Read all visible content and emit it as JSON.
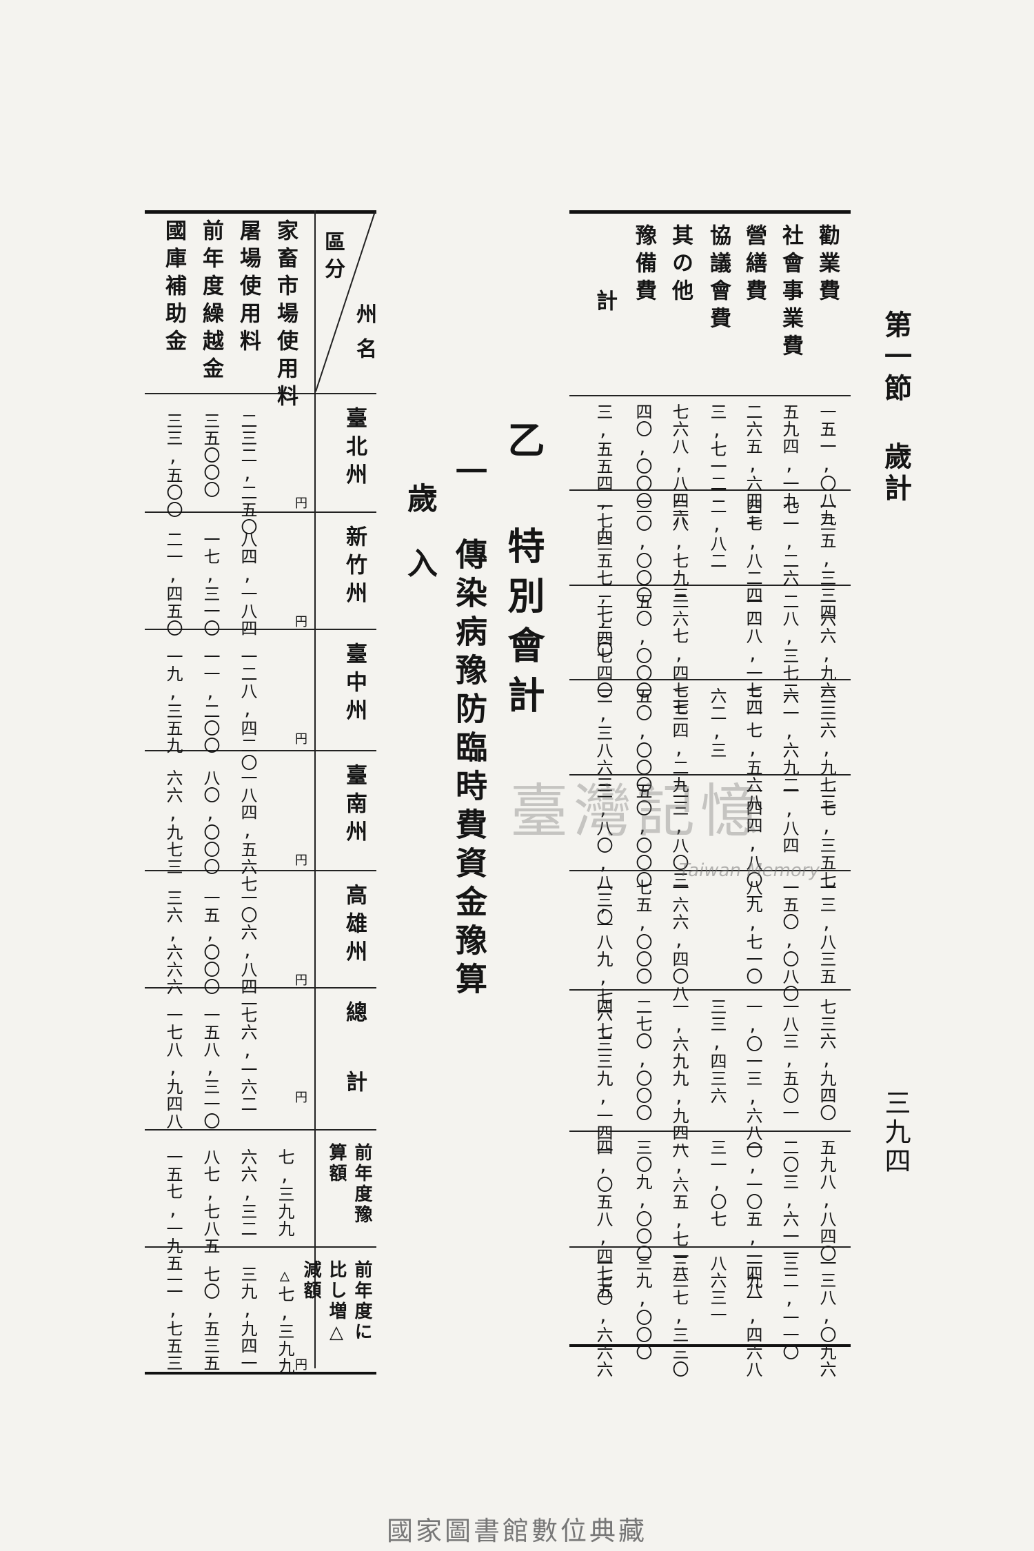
{
  "header": {
    "section": "第一節 歲計",
    "page": "三九四"
  },
  "right_table": {
    "row_labels": [
      "勸業費",
      "社會事業費",
      "營繕費",
      "協議會費",
      "其の他",
      "豫備費",
      "計"
    ],
    "columns": [
      [
        "一五一,〇八九",
        "五九四,一九",
        "二六五,六四三",
        "三,七一二",
        "七六八,八四六",
        "四〇,〇〇〇",
        "三,五五四,七四"
      ],
      [
        "一三五,三三四",
        "七一,二六",
        "四七,八二四",
        "二,八二",
        "二八,七九三",
        "二〇,〇〇〇",
        "一,三五七,七二〇"
      ],
      [
        "一六六,九六三",
        "二八,三七二",
        "一四八,一七四",
        "",
        "二六七,四七七",
        "五〇,〇〇〇",
        "二,四七四〇"
      ],
      [
        "三三六,九七三",
        "六一,六九二",
        "三一七,五六八",
        "六二,三",
        "二三四,二九",
        "五〇,〇〇〇",
        "三,三八六三"
      ],
      [
        "一七,三五七",
        "一,八四",
        "一四四,八〇一",
        "",
        "二三,八〇三",
        "五〇,〇〇〇",
        "三,八〇,八三〇"
      ],
      [
        "一三,八三五",
        "一五〇,〇八〇",
        "八九,七一〇",
        "",
        "一六六,四〇八",
        "七五,〇〇〇",
        "一,一八九,七六七"
      ],
      [
        "七三六,九四〇",
        "一八三,五〇一",
        "一,〇一三,六八〇",
        "三三,四三六",
        "一,六九九,九四八",
        "二七〇,〇〇〇",
        "四,三三九,一四一"
      ],
      [
        "五九八,八四〇",
        "二〇三,六一一",
        "一,一〇五,一四八",
        "三一,〇七",
        "一,六五,七一八",
        "三〇九,〇〇〇",
        "四,〇五八,四七五"
      ],
      [
        "一三八,〇九六",
        "三二,一一〇",
        "一九一,四六八",
        "八六三一",
        "三三七,三三〇",
        "三九,〇〇〇",
        "一七〇,六六六"
      ]
    ]
  },
  "titles": {
    "a": "乙 特別會計",
    "b": "一 傳染病豫防臨時費資金豫算",
    "c": "歲入"
  },
  "left_table": {
    "header_left": "區分",
    "header_right": "州名",
    "row_labels": [
      "家畜市場使用料",
      "屠場使用料",
      "前年度繰越金",
      "國庫補助金"
    ],
    "columns": [
      {
        "name": "臺北州",
        "unit": "円",
        "values": [
          "",
          "二三二,二五〇",
          "三五〇〇〇",
          "三三,五〇〇"
        ]
      },
      {
        "name": "新竹州",
        "unit": "円",
        "values": [
          "",
          "八四,一八四",
          "一七,三一〇",
          "二一,四五〇"
        ]
      },
      {
        "name": "臺中州",
        "unit": "円",
        "values": [
          "",
          "一二八,四二〇",
          "一一,二〇〇",
          "一九,三五九"
        ]
      },
      {
        "name": "臺南州",
        "unit": "円",
        "values": [
          "",
          "一八四,五六七",
          "八〇,〇〇〇",
          "六六,九七三"
        ]
      },
      {
        "name": "高雄州",
        "unit": "円",
        "values": [
          "",
          "一〇六,八四一",
          "一五,〇〇〇",
          "三六,六六六"
        ]
      },
      {
        "name": "總計",
        "unit": "円",
        "values": [
          "",
          "七六,一六二",
          "一五八,三一〇",
          "一七八,九四八"
        ]
      },
      {
        "name": "前年度豫算額",
        "unit": "",
        "values": [
          "七,三九九",
          "六六,三二",
          "八七,七八五",
          "一五七,一九五"
        ]
      },
      {
        "name": "前年度に比し増△減額",
        "unit": "円",
        "values": [
          "△七,三九九",
          "三九,九四一",
          "七〇,五三五",
          "二一,七五三"
        ]
      }
    ]
  },
  "watermark": {
    "main": "臺灣記憶",
    "sub": "Taiwan Memory"
  },
  "footer": "國家圖書館數位典藏"
}
